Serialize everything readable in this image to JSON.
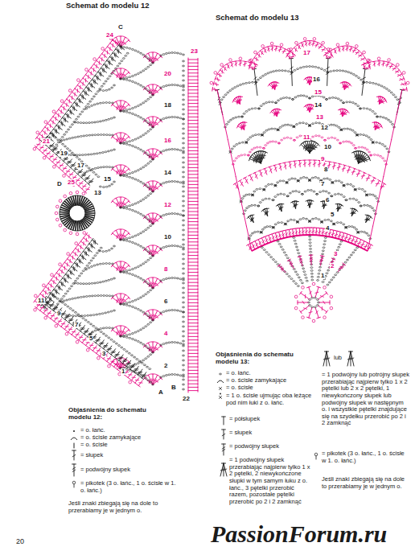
{
  "diagram": {
    "labels": [
      "Schemat do modelu 12",
      "Schemat do modelu 13",
      "C",
      "24",
      "23",
      "20",
      "18",
      "16",
      "14",
      "12",
      "10",
      "8",
      "6",
      "4",
      "2",
      "21",
      "19",
      "17",
      "15",
      "13",
      "D",
      "25",
      "11",
      "9",
      "7",
      "5",
      "3",
      "1",
      "A",
      "B",
      "22",
      "17",
      "16",
      "15",
      "14",
      "13",
      "12",
      "11",
      "10",
      "9",
      "8",
      "7",
      "6",
      "5",
      "4",
      "3",
      "2",
      "1",
      "Objaśnienia do schematu modelu 12:",
      "Jeśli znaki zbiegają się na dole to przerabiamy je w jednym o.",
      "Objaśnienia do schematu modelu 13:",
      "lub",
      "Jeśli znaki zbiegają się na dole to przerabiamy je w jednym o.",
      "20",
      "PassionForum.ru"
    ],
    "legend": [
      {
        "text": "= o. łańc."
      },
      {
        "text": "= o. ścisłe zamykające"
      },
      {
        "text": "= o. ścisłe"
      },
      {
        "text": "= słupek"
      },
      {
        "text": "= podwójny słupek"
      },
      {
        "text": "= pikotek (3 o. łańc., 1 o. ścisłe w 1. o. łańc.)"
      },
      {
        "text": "= o. łańc."
      },
      {
        "text": "= o. ścisłe zamykające"
      },
      {
        "text": "= o. ścisłe"
      },
      {
        "text": "= 1 o. ścisłe ujmując oba leżące pod nim łuki z o. łańc."
      },
      {
        "text": "= półsłupek"
      },
      {
        "text": "= słupek"
      },
      {
        "text": "= podwójny słupek"
      },
      {
        "text": "= 1 podwójny słupek przerabiając najpierw tylko 1 x 2 pętelki, 2 niewykończone słupki w tym samym łuku z o. łańc., 3 pętelki przerobić razem, pozostałe pętelki przerobić po 2 i 2 zamknąć"
      },
      {
        "text": "= 1 podwójny lub potrójny słupek przerabiając najpierw tylko 1 x 2 pętelki lub 2 x 2 pętelki, 1 niewykończony słupek lub podwójny słupek w następnym o. i wszystkie pętelki znajdujące się na szydełku przerobić po 2 i 2 zamknąć"
      },
      {
        "text": "= pikotek (3 o. łańc., 1 o. ścisłe w 1. o. łańc.)"
      }
    ]
  }
}
